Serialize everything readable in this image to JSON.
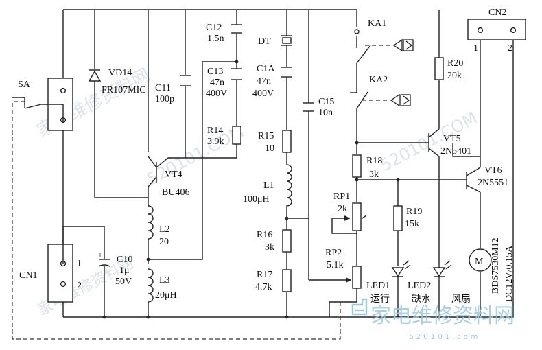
{
  "components": {
    "sa": "SA",
    "cn1": "CN1",
    "cn1_pin1": "1",
    "cn1_pin2": "2",
    "cn2": "CN2",
    "cn2_pin1": "1",
    "cn2_pin2": "2",
    "vd14": "VD14",
    "vd14_part": "FR107MIC",
    "c11": "C11",
    "c11_val": "100p",
    "c10": "C10",
    "c10_val": "1μ",
    "c10_volt": "50V",
    "c10_plus": "+",
    "c12": "C12",
    "c12_val": "1.5n",
    "c13": "C13",
    "c13_val": "47n",
    "c13_volt": "400V",
    "c1a": "C1A",
    "c1a_val": "47n",
    "c1a_volt": "400V",
    "c15": "C15",
    "c15_val": "10n",
    "dt": "DT",
    "r14": "R14",
    "r14_val": "3.9k",
    "r15": "R15",
    "r15_val": "10",
    "r16": "R16",
    "r16_val": "3k",
    "r17": "R17",
    "r17_val": "4.7k",
    "r18": "R18",
    "r18_val": "3k",
    "r19": "R19",
    "r19_val": "15k",
    "r20": "R20",
    "r20_val": "20k",
    "rp1": "RP1",
    "rp1_val": "2k",
    "rp2": "RP2",
    "rp2_val": "5.1k",
    "l1": "L1",
    "l1_val": "100μH",
    "l2": "L2",
    "l2_val": "20",
    "l3": "L3",
    "l3_val": "20μH",
    "vt4": "VT4",
    "vt4_part": "BU406",
    "vt5": "VT5",
    "vt5_part": "2N5401",
    "vt6": "VT6",
    "vt6_part": "2N5551",
    "ka1": "KA1",
    "ka2": "KA2",
    "led1": "LED1",
    "led2": "LED2",
    "motor": "M",
    "motor_part": "BDS7530M12",
    "motor_rating": "DC12V/0.15A",
    "led1_label": "运行",
    "led2_label": "缺水",
    "fan_label": "风扇"
  },
  "watermark": {
    "brand": "家电维修资料网",
    "url": "5 2 0 1 0 1 . c o m",
    "diag1": "家电维修资料网",
    "diag2": "520101.COM",
    "diag3": "520101.COM",
    "diag4": "家电维修资料网"
  }
}
